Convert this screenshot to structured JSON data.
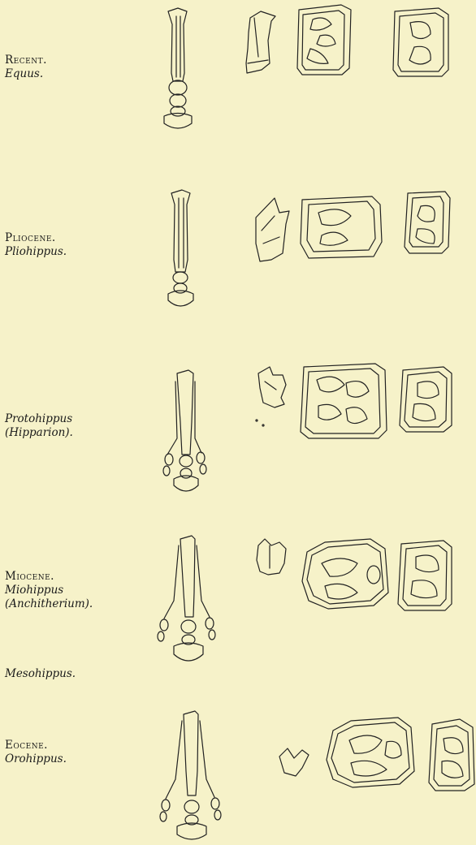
{
  "rows": [
    {
      "epoch": "Recent.",
      "genus": "Equus.",
      "alt": ""
    },
    {
      "epoch": "Pliocene.",
      "genus": "Pliohippus.",
      "alt": ""
    },
    {
      "epoch": "",
      "genus": "Protohippus",
      "alt": "(Hipparion)."
    },
    {
      "epoch": "Miocene.",
      "genus": "Miohippus",
      "alt": "(Anchitherium)."
    },
    {
      "epoch": "",
      "genus": "Mesohippus.",
      "alt": ""
    },
    {
      "epoch": "Eocene.",
      "genus": "Orohippus.",
      "alt": ""
    }
  ]
}
